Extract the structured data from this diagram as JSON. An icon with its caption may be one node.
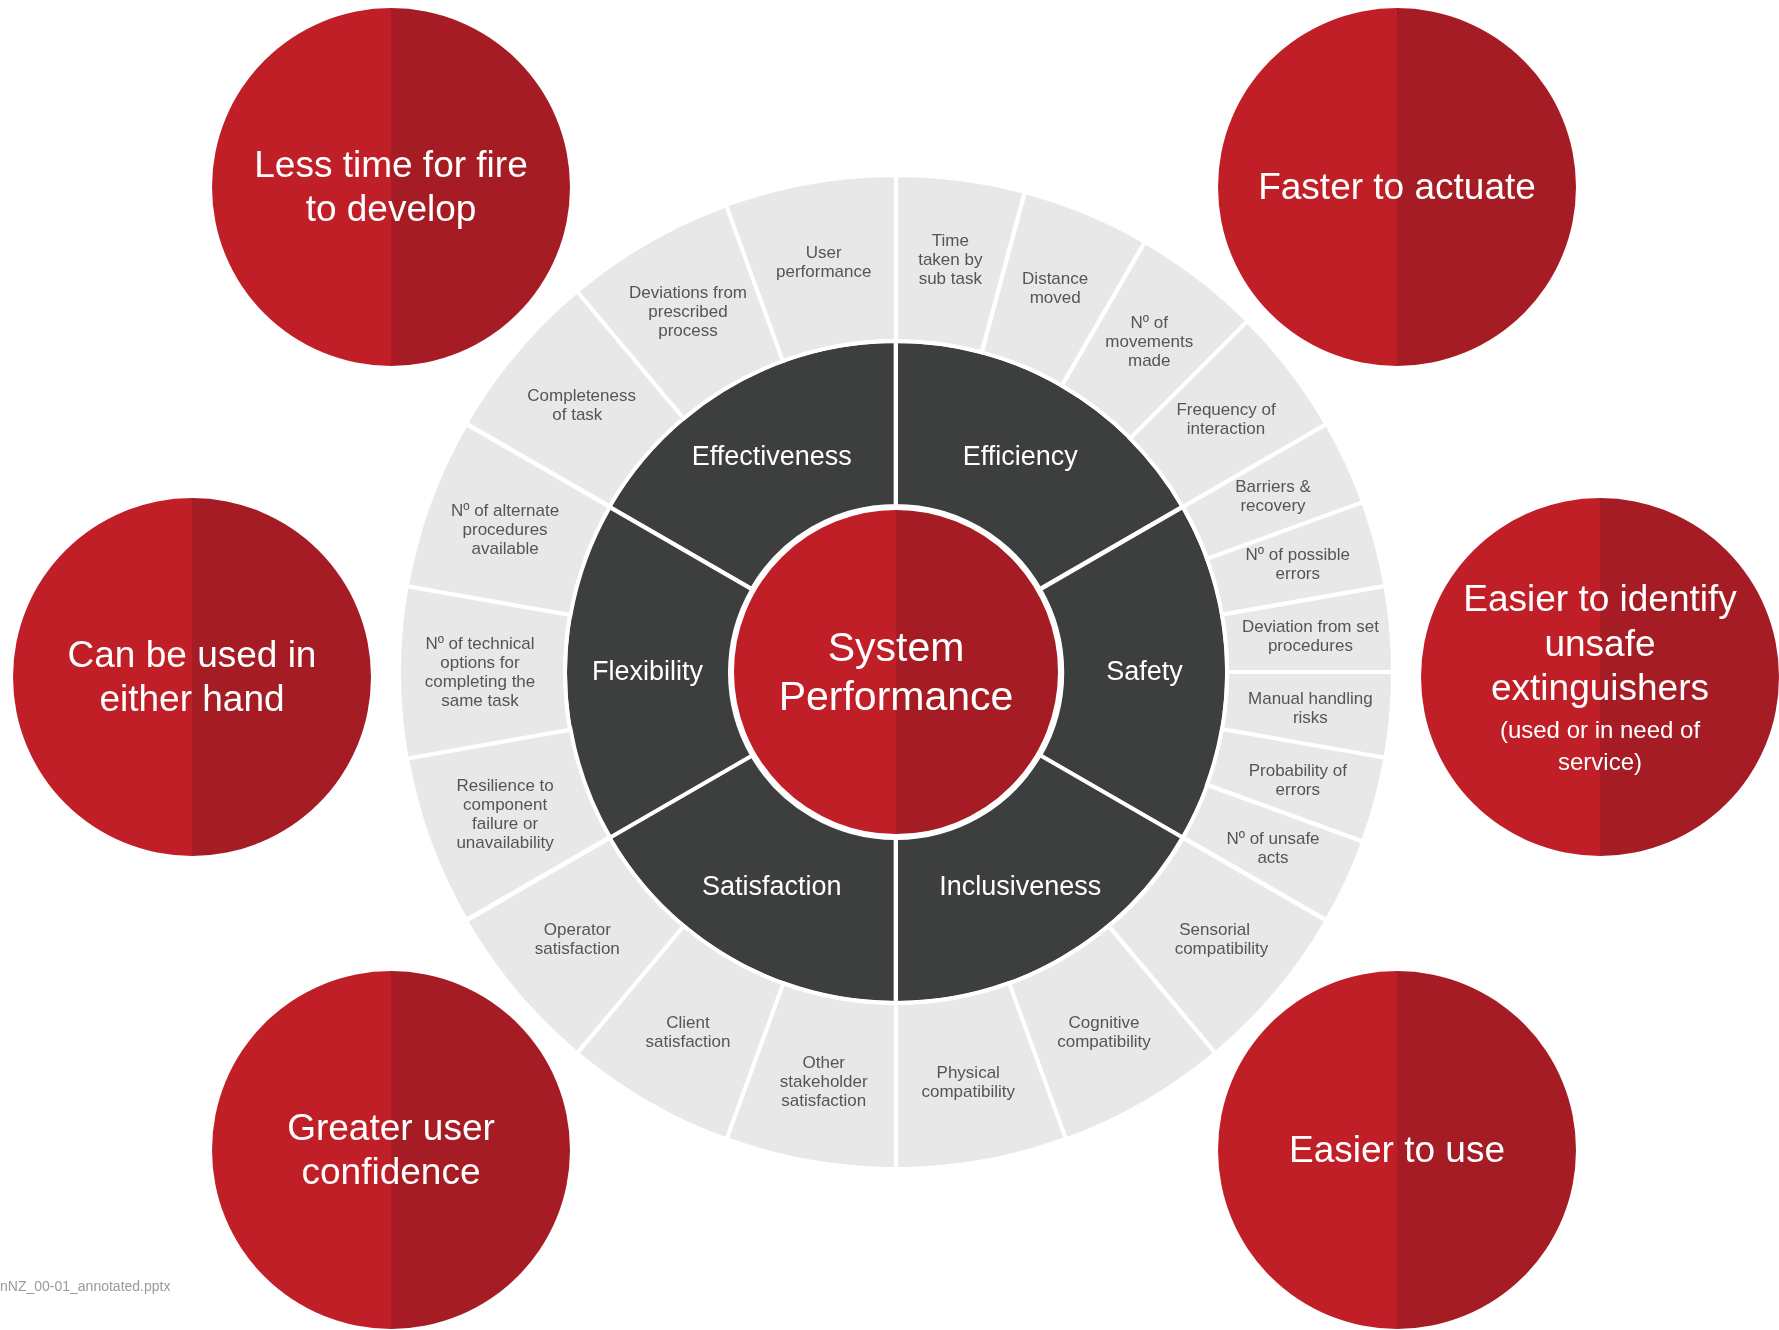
{
  "diagram": {
    "nodes": [
      {
        "text": [
          "System Performance"
        ]
      },
      {
        "text": [
          "Effectiveness"
        ]
      },
      {
        "text": [
          "Efficiency"
        ]
      },
      {
        "text": [
          "Safety"
        ]
      },
      {
        "text": [
          "Inclusiveness"
        ]
      },
      {
        "text": [
          "Satisfaction"
        ]
      },
      {
        "text": [
          "Flexibility"
        ]
      },
      {
        "text": [
          "Time taken by sub task"
        ]
      },
      {
        "text": [
          "Distance moved"
        ]
      },
      {
        "text": [
          "Nº of movements made"
        ]
      },
      {
        "text": [
          "Frequency of interaction"
        ]
      },
      {
        "text": [
          "Barriers & recovery"
        ]
      },
      {
        "text": [
          "Nº of possible errors"
        ]
      },
      {
        "text": [
          "Deviation from set procedures"
        ]
      },
      {
        "text": [
          "Manual handling risks"
        ]
      },
      {
        "text": [
          "Probability of errors"
        ]
      },
      {
        "text": [
          "Nº of unsafe acts"
        ]
      },
      {
        "text": [
          "Sensorial compatibility"
        ]
      },
      {
        "text": [
          "Cognitive compatibility"
        ]
      },
      {
        "text": [
          "Physical compatibility"
        ]
      },
      {
        "text": [
          "Other stakeholder satisfaction"
        ]
      },
      {
        "text": [
          "Client satisfaction"
        ]
      },
      {
        "text": [
          "Operator satisfaction"
        ]
      },
      {
        "text": [
          "Resilience to component failure or unavailability"
        ]
      },
      {
        "text": [
          "Nº of technical options for completing the same task"
        ]
      },
      {
        "text": [
          "Nº of alternate procedures available"
        ]
      },
      {
        "text": [
          "Completeness of task"
        ]
      },
      {
        "text": [
          "Deviations from prescribed process"
        ]
      },
      {
        "text": [
          "User performance"
        ]
      },
      {
        "text": [
          "Less time for fire to develop"
        ]
      },
      {
        "text": [
          "Faster to actuate"
        ]
      },
      {
        "text": [
          "Can be used in either hand"
        ]
      },
      {
        "text": [
          "Easier to identify unsafe extinguishers",
          "(used or in need of service)"
        ]
      },
      {
        "text": [
          "Greater user confidence"
        ]
      },
      {
        "text": [
          "Easier to use"
        ]
      }
    ],
    "labels": [
      "nNZ_00-01_annotated.pptx"
    ]
  }
}
